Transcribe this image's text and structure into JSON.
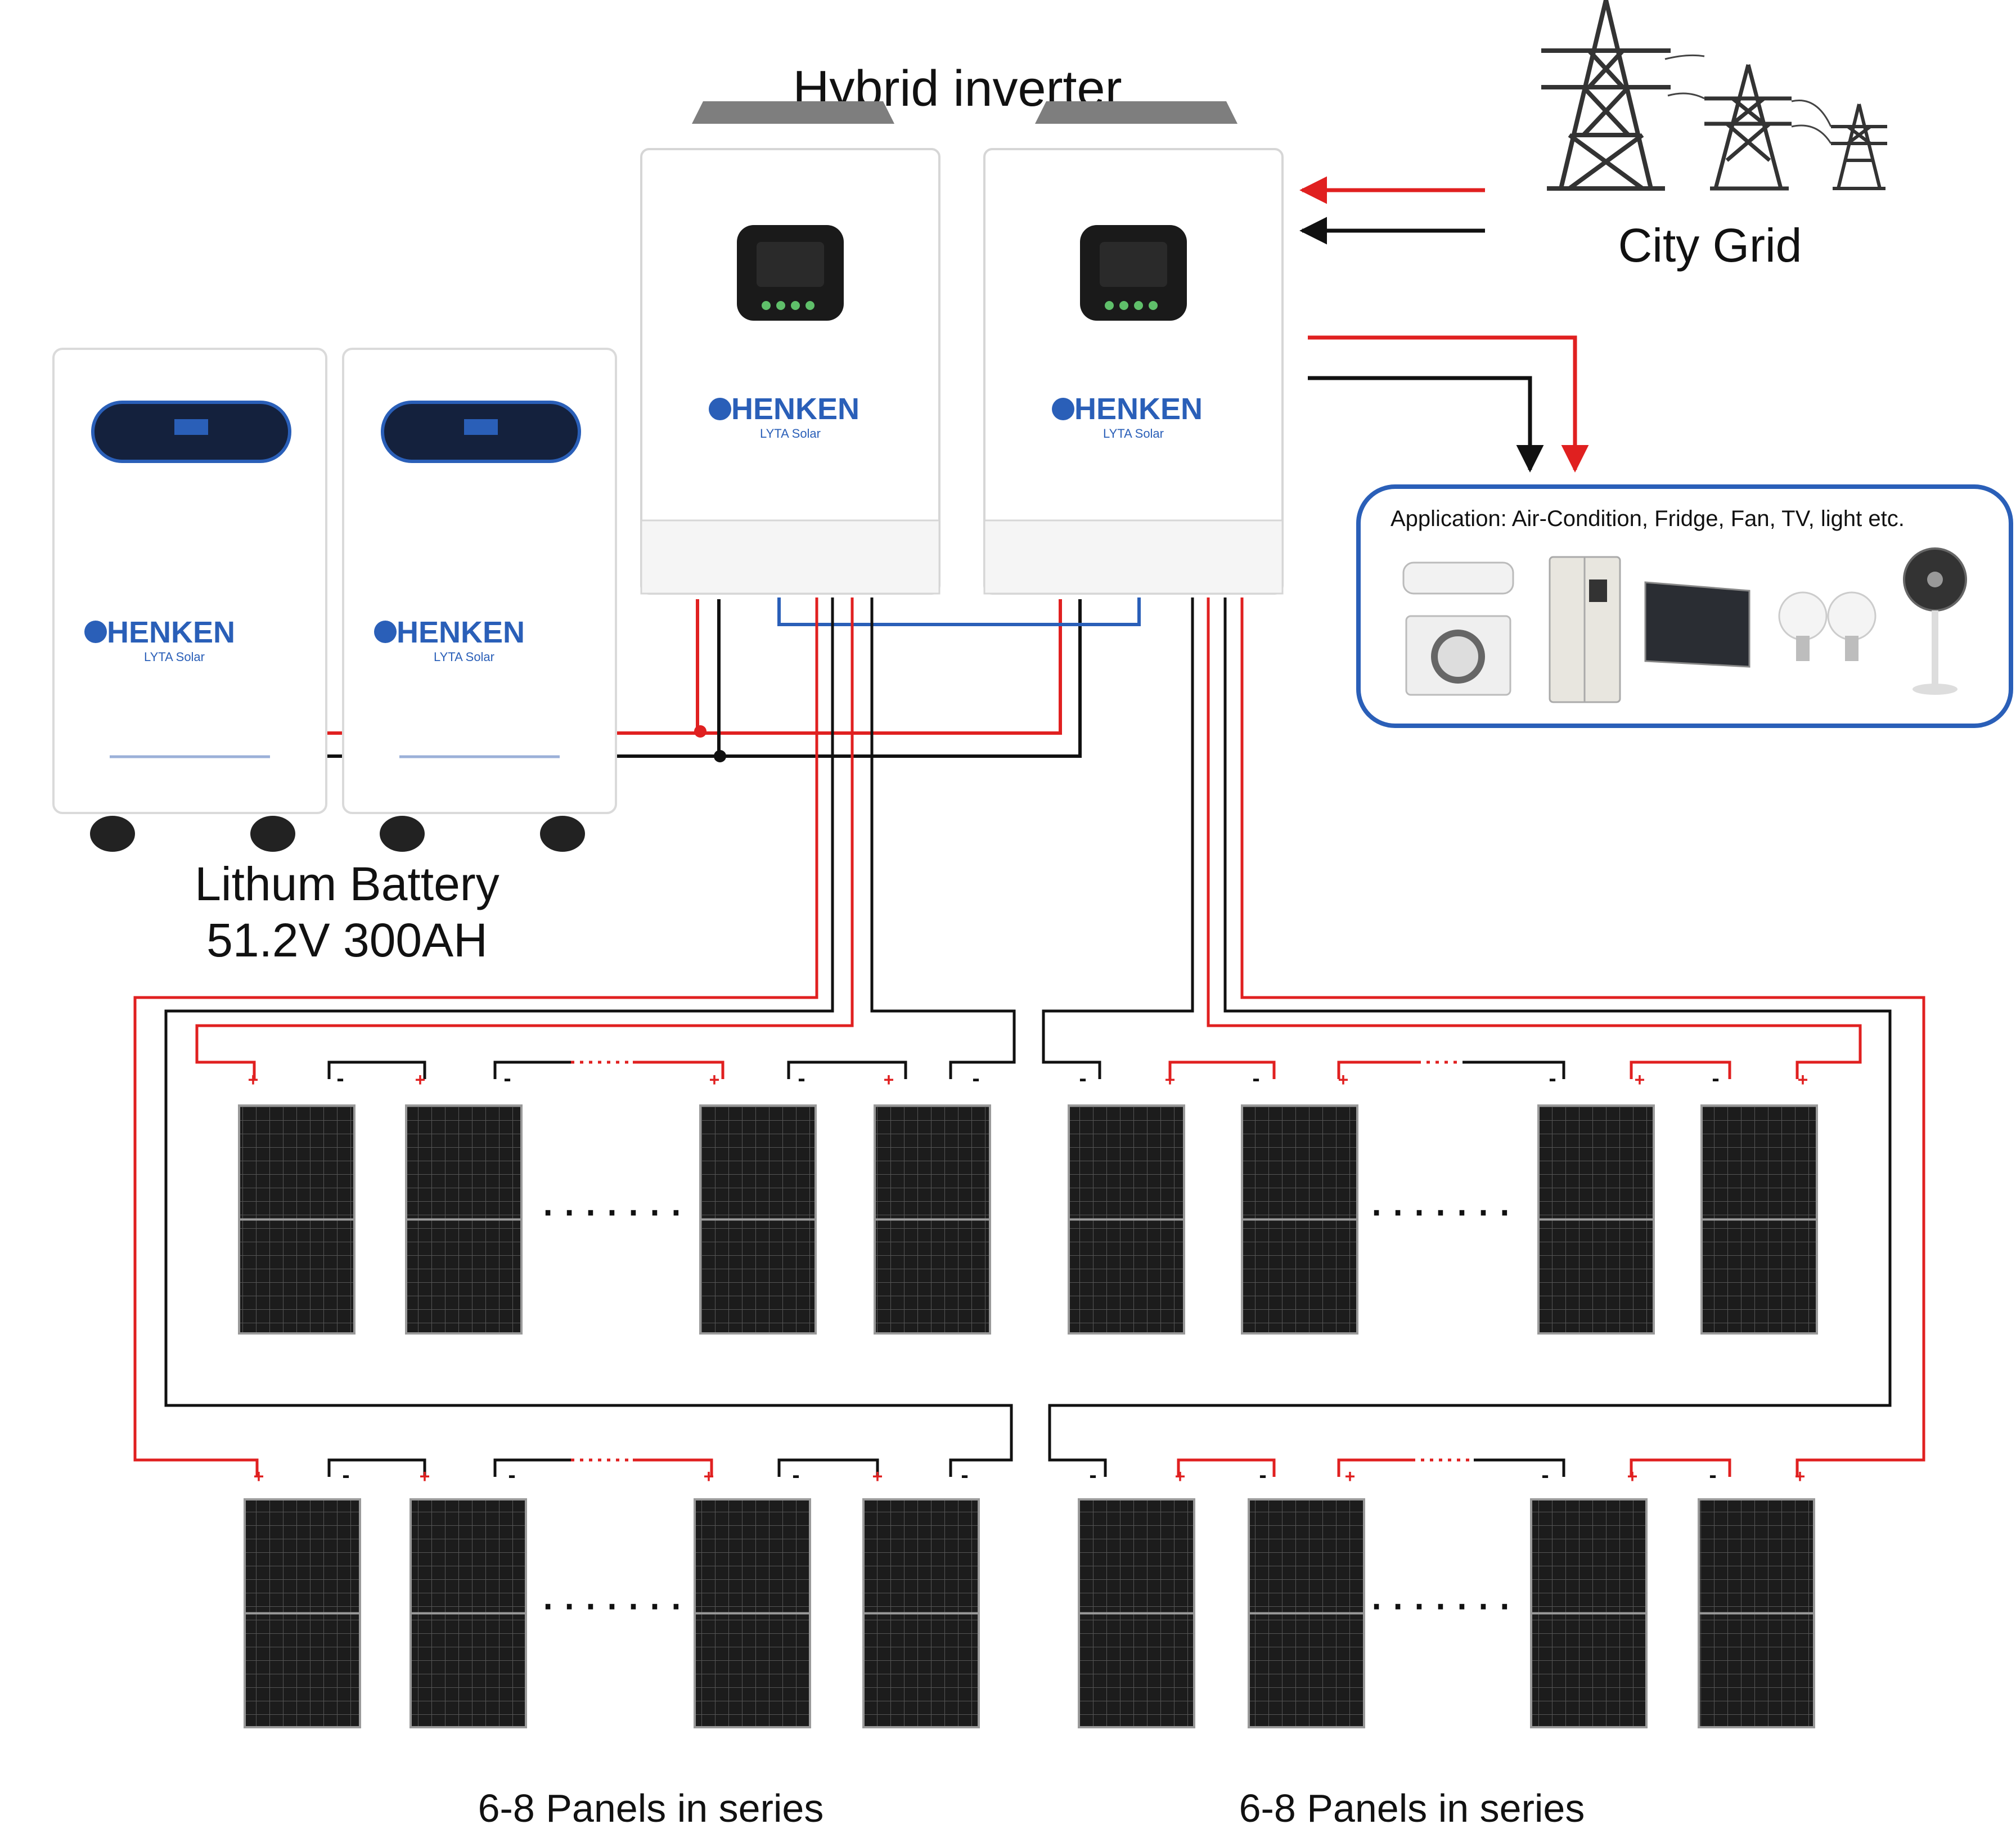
{
  "labels": {
    "inverter_title": "Hybrid inverter",
    "grid": "City Grid",
    "battery_line1": "Lithum Battery",
    "battery_line2": "51.2V 300AH",
    "application": "Application: Air-Condition, Fridge, Fan, TV, light etc.",
    "series_left": "6-8 Panels in series",
    "series_right": "6-8 Panels in series"
  },
  "brand": {
    "name": "HENKEN",
    "sub": "LYTA Solar"
  },
  "terminals": {
    "plus": "+",
    "minus": "-"
  },
  "ellipsis": "·······",
  "icons": [
    "transmission-tower-icon",
    "air-conditioner-icon",
    "fridge-icon",
    "tv-icon",
    "light-bulb-icon",
    "fan-icon",
    "solar-panel-icon",
    "battery-icon",
    "inverter-icon"
  ],
  "colors": {
    "positive_wire": "#e02020",
    "negative_wire": "#111111",
    "parallel_link": "#2a5fb8",
    "application_border": "#2a5fb8",
    "brand": "#2a5fb8",
    "panel": "#1c1c1c"
  }
}
